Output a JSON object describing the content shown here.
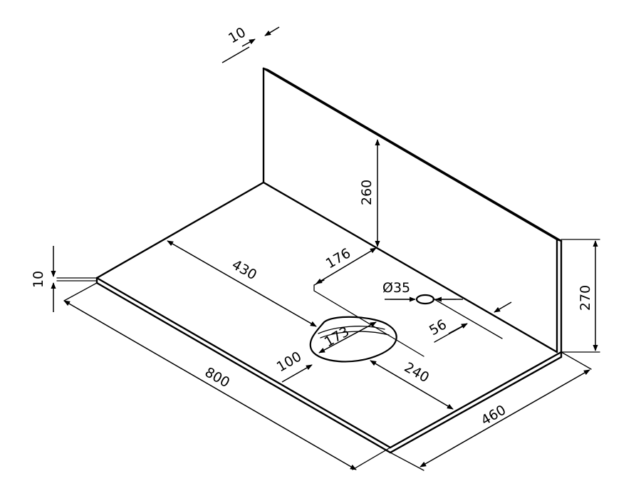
{
  "diagram": {
    "dimensions": {
      "top_panel_thickness": "10",
      "base_panel_thickness": "10",
      "back_panel_height": "260",
      "hole_offset_left": "176",
      "sink_offset_back": "430",
      "tap_hole_diameter": "Ø35",
      "side_panel_height": "270",
      "tap_hole_offset": "56",
      "sink_width": "173",
      "sink_length": "100",
      "sink_offset_right": "240",
      "total_length": "800",
      "total_depth": "460"
    },
    "colors": {
      "line": "#000000",
      "background": "#ffffff"
    }
  }
}
